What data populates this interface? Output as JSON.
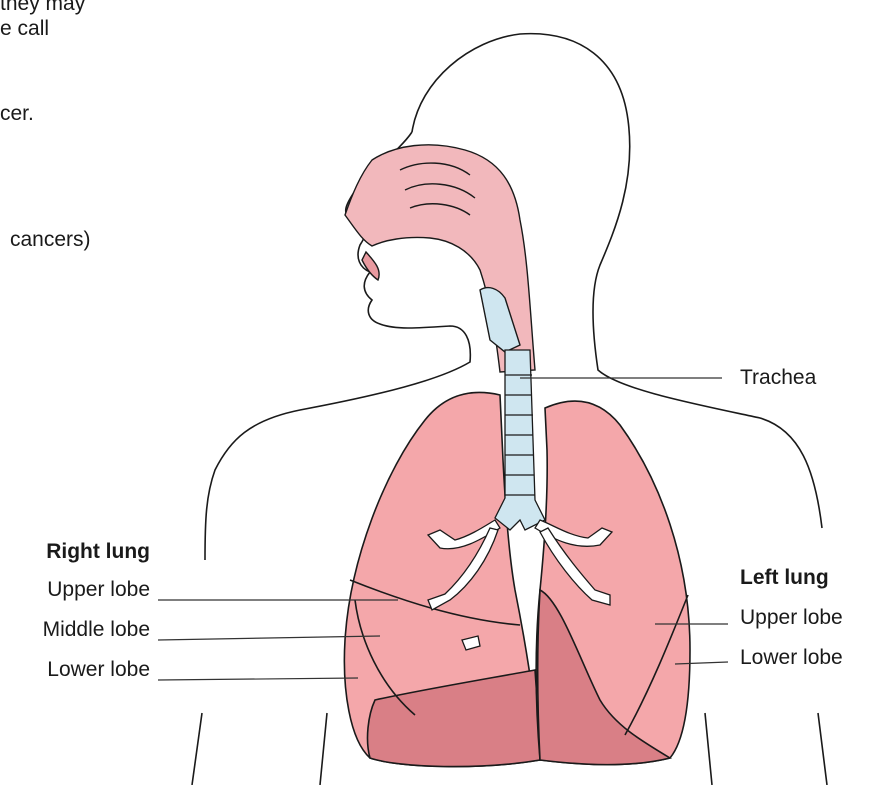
{
  "intro_fragments": [
    "they may",
    "e call",
    "cer.",
    "cancers)"
  ],
  "labels": {
    "trachea": "Trachea",
    "right_lung": "Right lung",
    "right_upper_lobe": "Upper lobe",
    "right_middle_lobe": "Middle lobe",
    "right_lower_lobe": "Lower lobe",
    "left_lung": "Left lung",
    "left_upper_lobe": "Upper lobe",
    "left_lower_lobe": "Lower lobe"
  },
  "colors": {
    "outline": "#1a1a1a",
    "lung_fill": "#f4a7aa",
    "lung_dark": "#d97f86",
    "airway_fill": "#f2b8bc",
    "trachea_fill": "#cfe6f0",
    "leader_line": "#333333"
  }
}
